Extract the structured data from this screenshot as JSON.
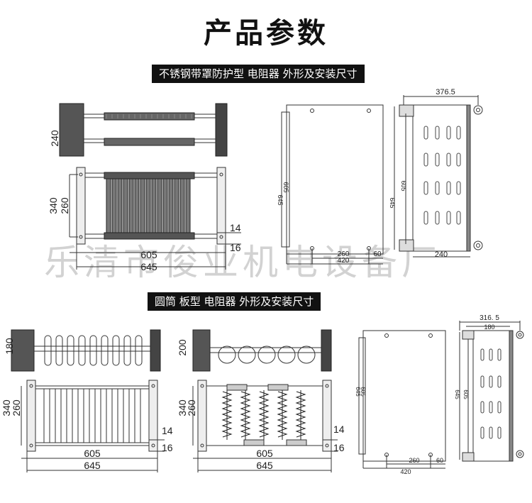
{
  "title": "产品参数",
  "banner1": "不锈钢带罩防护型 电阻器 外形及安装尺寸",
  "banner2": "圆筒 板型 电阻器 外形及安装尺寸",
  "watermark": "乐清市俊业机电设备厂",
  "dims": {
    "d240": "240",
    "d340": "340",
    "d260": "260",
    "d605": "605",
    "d645": "645",
    "d14": "14",
    "d16": "16",
    "d376": "376.5",
    "d420": "420",
    "d60": "60",
    "d180": "180",
    "d200": "200",
    "d316": "316. 5"
  }
}
